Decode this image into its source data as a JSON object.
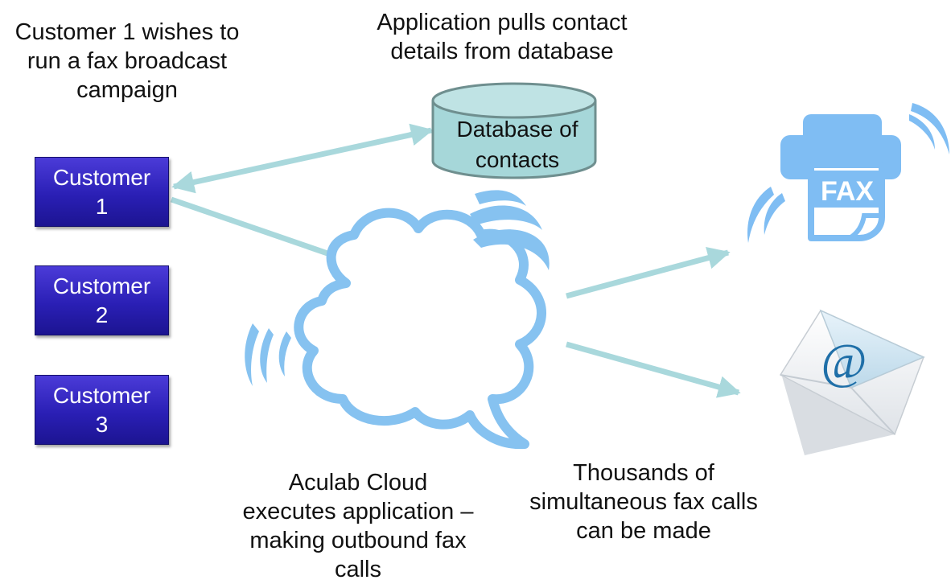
{
  "captions": {
    "customer_wish": "Customer 1 wishes to\nrun a fax broadcast\ncampaign",
    "app_pulls": "Application pulls contact\ndetails from database",
    "cloud_exec": "Aculab Cloud\nexecutes application –\nmaking outbound fax\ncalls",
    "thousands": "Thousands of\nsimultaneous fax calls\ncan be made"
  },
  "customers": [
    {
      "label": "Customer\n1"
    },
    {
      "label": "Customer\n2"
    },
    {
      "label": "Customer\n3"
    }
  ],
  "database": {
    "line1": "Database of",
    "line2": "contacts"
  },
  "fax": {
    "label": "FAX"
  },
  "email": {
    "symbol": "@"
  },
  "colors": {
    "customer_box": "#2a1fb5",
    "arrow": "#a9d8dc",
    "cloud_outline": "#86c2f0",
    "database_fill": "#a6d7d9",
    "fax_blue": "#7fbdf3"
  }
}
